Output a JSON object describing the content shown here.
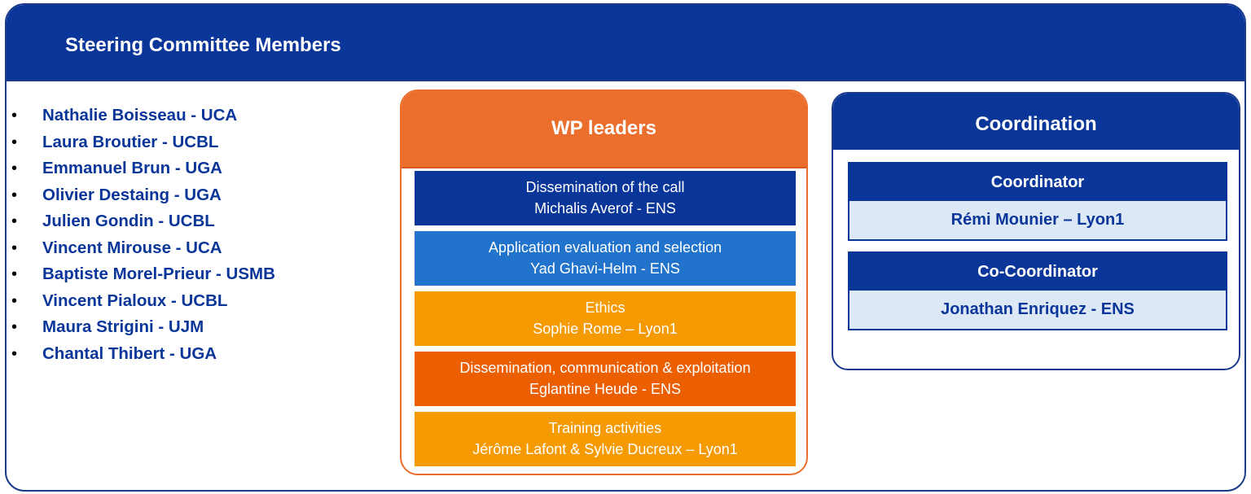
{
  "committee": {
    "title": "Steering Committee Members",
    "members": [
      "Nathalie Boisseau - UCA",
      "Laura Broutier - UCBL",
      "Emmanuel Brun - UGA",
      "Olivier Destaing - UGA",
      "Julien Gondin - UCBL",
      "Vincent Mirouse - UCA",
      "Baptiste Morel-Prieur - USMB",
      "Vincent Pialoux - UCBL",
      "Maura Strigini - UJM",
      "Chantal Thibert - UGA"
    ]
  },
  "wp_leaders": {
    "title": "WP leaders",
    "items": [
      {
        "task": "Dissemination of the call",
        "leader": "Michalis Averof - ENS",
        "color": "#0a3699"
      },
      {
        "task": "Application evaluation and selection",
        "leader": "Yad Ghavi-Helm - ENS",
        "color": "#2173cc"
      },
      {
        "task": "Ethics",
        "leader": "Sophie Rome – Lyon1",
        "color": "#f59a00"
      },
      {
        "task": "Dissemination, communication & exploitation",
        "leader": "Eglantine Heude - ENS",
        "color": "#ec5f00"
      },
      {
        "task": "Training activities",
        "leader": "Jérôme Lafont & Sylvie Ducreux – Lyon1",
        "color": "#f59a00"
      }
    ]
  },
  "coordination": {
    "title": "Coordination",
    "coordinator": {
      "role": "Coordinator",
      "name": "Rémi Mounier – Lyon1"
    },
    "co_coordinator": {
      "role": "Co-Coordinator",
      "name": "Jonathan Enriquez - ENS"
    }
  },
  "colors": {
    "navy": "#0a3699",
    "orange": "#ec6e2d",
    "light_blue": "#dde8f6"
  }
}
